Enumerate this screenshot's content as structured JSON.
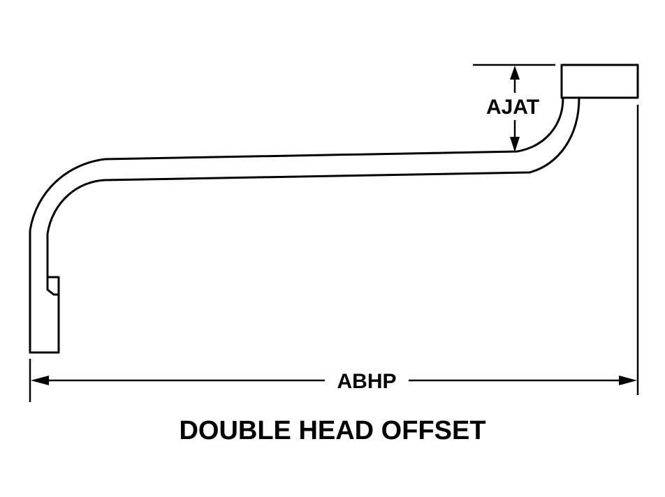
{
  "diagram": {
    "dimensions": {
      "height_label": "AJAT",
      "length_label": "ABHP"
    },
    "caption": "DOUBLE HEAD OFFSET"
  }
}
